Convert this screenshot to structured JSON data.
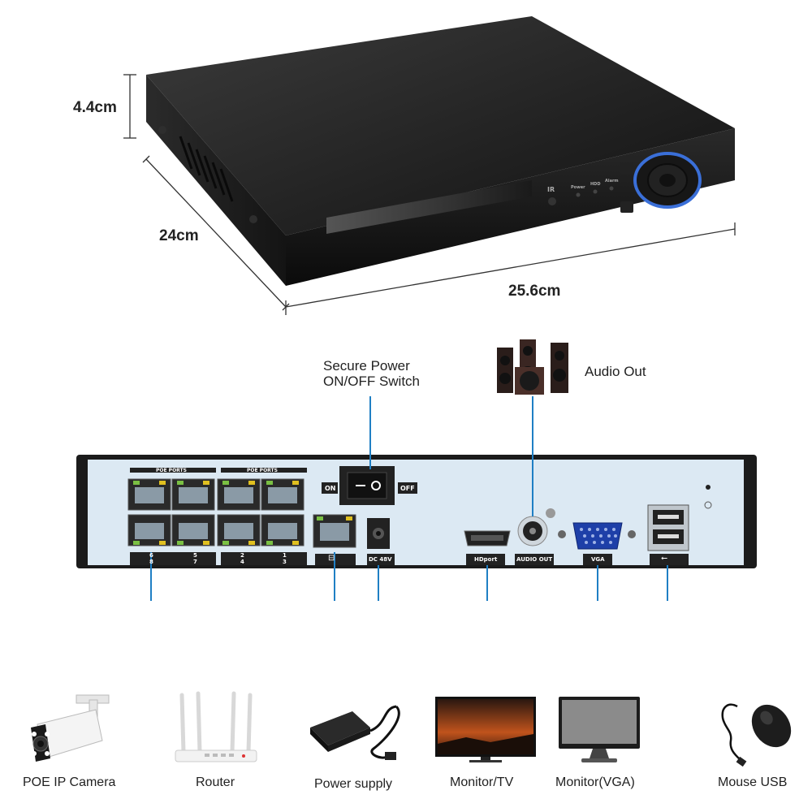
{
  "dimensions": {
    "height": "4.4cm",
    "depth": "24cm",
    "width": "25.6cm"
  },
  "front_panel": {
    "ir_label": "IR",
    "indicators": [
      "Power",
      "HDD",
      "Alarm"
    ]
  },
  "callouts": {
    "power_switch": [
      "Secure Power",
      "ON/OFF Switch"
    ],
    "audio_out": "Audio Out"
  },
  "rear_panel": {
    "poe_group_labels": [
      "POE PORTS",
      "POE PORTS"
    ],
    "port_numbers_top": [
      "6",
      "5",
      "2",
      "1"
    ],
    "port_numbers_bottom": [
      "8",
      "7",
      "4",
      "3"
    ],
    "switch_on": "ON",
    "switch_off": "OFF",
    "dc_label": "DC 48V",
    "hdmi_label": "HDport",
    "audio_label": "AUDIO OUT",
    "vga_label": "VGA"
  },
  "devices": [
    {
      "label": "POE IP Camera",
      "icon": "ip-camera-icon"
    },
    {
      "label": "Router",
      "icon": "router-icon"
    },
    {
      "label": "Power supply",
      "icon": "power-adapter-icon"
    },
    {
      "label": "Monitor/TV",
      "icon": "tv-icon"
    },
    {
      "label": "Monitor(VGA)",
      "icon": "monitor-icon"
    },
    {
      "label": "Mouse USB",
      "icon": "mouse-icon"
    }
  ],
  "colors": {
    "connector_line": "#1f7fc4",
    "panel_face": "#dce9f3",
    "chassis": "#1a1a1a",
    "front_ring": "#3a6fd8"
  }
}
